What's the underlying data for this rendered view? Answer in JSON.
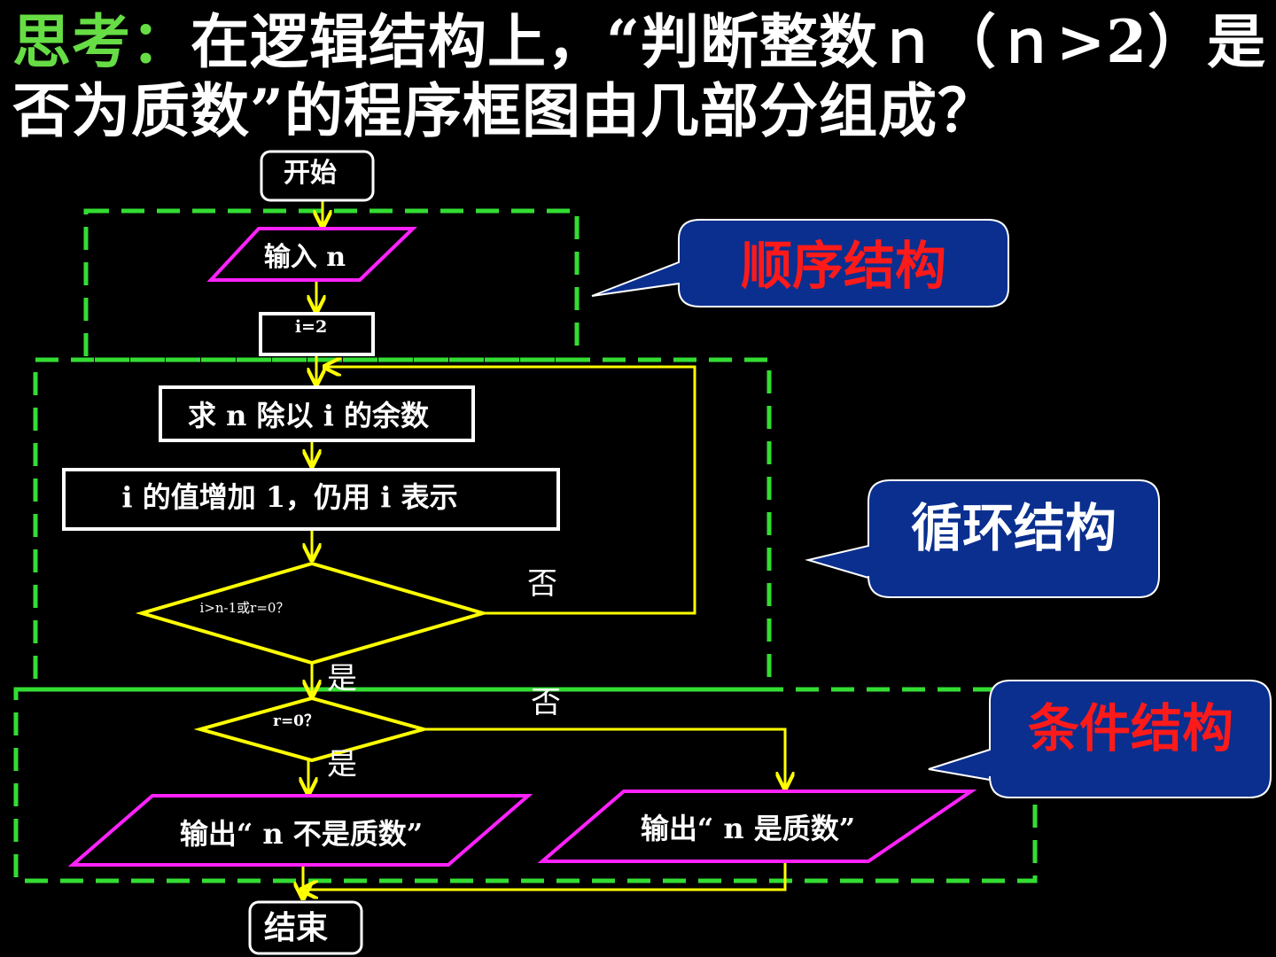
{
  "title": {
    "lead": "思考：",
    "text": "在逻辑结构上，“判断整数ｎ（ｎ>2）是否为质数”的程序框图由几部分组成？"
  },
  "flowchart": {
    "start": "开始",
    "input": "输入 n",
    "init": "i=2",
    "remainder": "求 n 除以 i 的余数",
    "increment": "i 的值增加 1，仍用 i 表示",
    "loop_condition": "i>n-1或r=0？",
    "loop_no": "否",
    "loop_yes": "是",
    "cond": "r=0？",
    "cond_no": "否",
    "cond_yes": "是",
    "output_not_prime": "输出“ n 不是质数”",
    "output_prime": "输出“ n 是质数”",
    "end": "结束"
  },
  "callouts": {
    "sequence": "顺序结构",
    "loop": "循环结构",
    "condition": "条件结构"
  },
  "colors": {
    "background": "#000000",
    "title_lead": "#66dd44",
    "dashed_region": "#33dd33",
    "flow_line": "#ffff00",
    "io_shape": "#ff22ff",
    "process_box": "#ffffff",
    "decision": "#ffff00",
    "callout_fill": "#0a2f8f",
    "callout_red_text": "#ff1a1a",
    "callout_white_text": "#ffffff"
  }
}
